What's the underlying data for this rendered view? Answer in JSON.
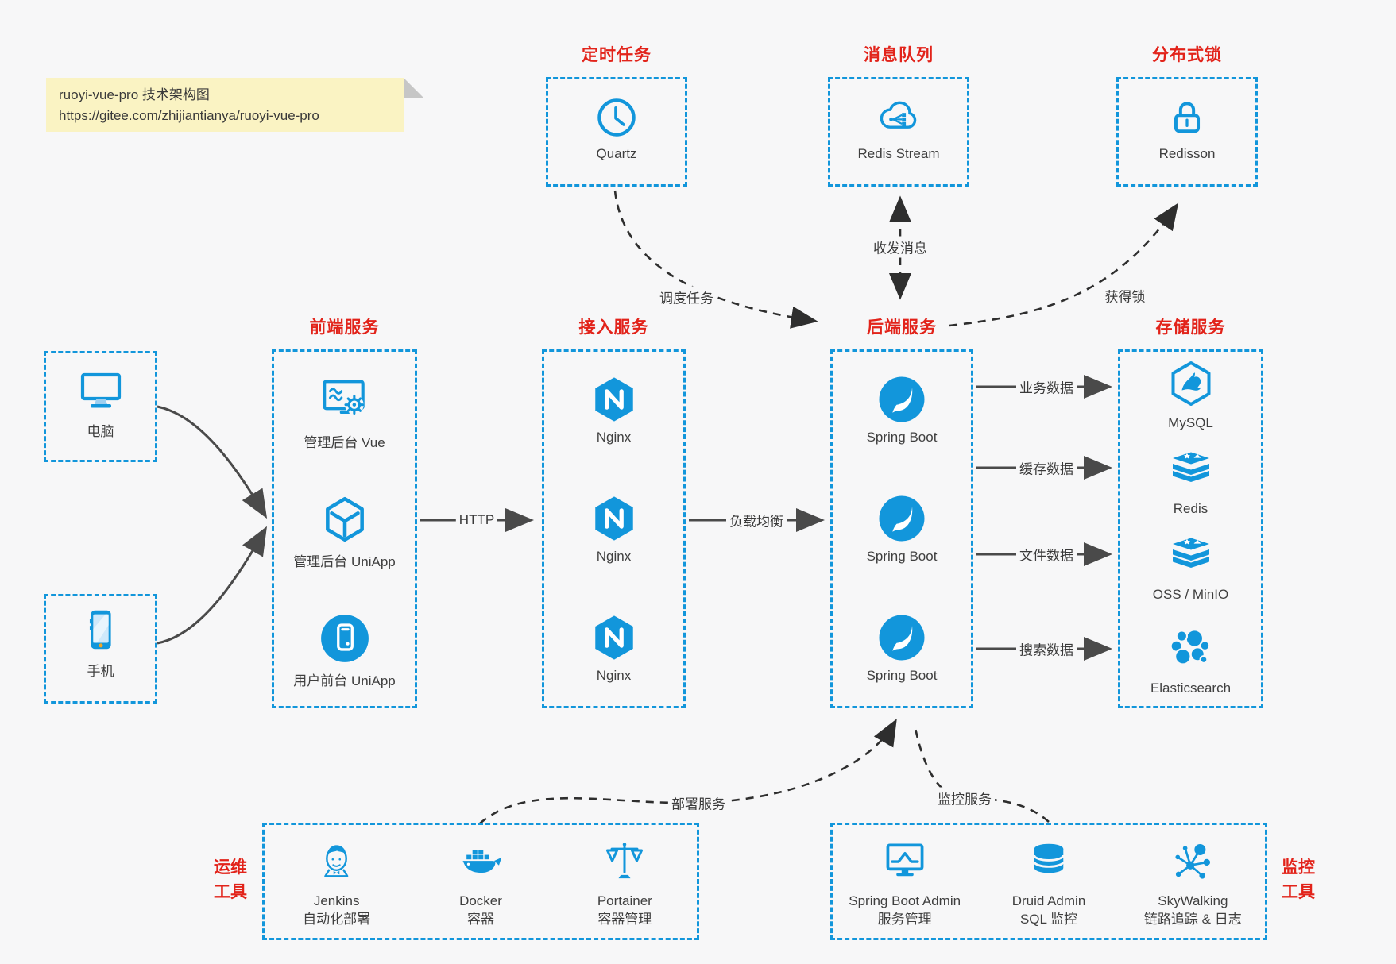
{
  "colors": {
    "blue": "#1296db",
    "red": "#e2231a",
    "note_bg": "#faf3c3",
    "solid_arrow": "#4a4a4a",
    "dashed_arrow": "#2e2e2e",
    "background": "#f7f7f8"
  },
  "note": {
    "line1": "ruoyi-vue-pro 技术架构图",
    "line2": "https://gitee.com/zhijiantianya/ruoyi-vue-pro"
  },
  "top_groups": [
    {
      "title": "定时任务",
      "item": {
        "icon": "clock-icon",
        "label": "Quartz"
      }
    },
    {
      "title": "消息队列",
      "item": {
        "icon": "cloud-stream-icon",
        "label": "Redis Stream"
      }
    },
    {
      "title": "分布式锁",
      "item": {
        "icon": "lock-icon",
        "label": "Redisson"
      }
    }
  ],
  "clients": [
    {
      "icon": "desktop-icon",
      "label": "电脑"
    },
    {
      "icon": "mobile-icon",
      "label": "手机"
    }
  ],
  "columns": [
    {
      "title": "前端服务",
      "items": [
        {
          "icon": "admin-vue-icon",
          "label": "管理后台 Vue"
        },
        {
          "icon": "cube-icon",
          "label": "管理后台 UniApp"
        },
        {
          "icon": "phone-circle-icon",
          "label": "用户前台 UniApp"
        }
      ]
    },
    {
      "title": "接入服务",
      "items": [
        {
          "icon": "nginx-icon",
          "label": "Nginx"
        },
        {
          "icon": "nginx-icon",
          "label": "Nginx"
        },
        {
          "icon": "nginx-icon",
          "label": "Nginx"
        }
      ]
    },
    {
      "title": "后端服务",
      "items": [
        {
          "icon": "spring-icon",
          "label": "Spring Boot"
        },
        {
          "icon": "spring-icon",
          "label": "Spring Boot"
        },
        {
          "icon": "spring-icon",
          "label": "Spring Boot"
        }
      ]
    },
    {
      "title": "存储服务",
      "items": [
        {
          "icon": "mysql-icon",
          "label": "MySQL"
        },
        {
          "icon": "redis-icon",
          "label": "Redis"
        },
        {
          "icon": "redis-icon",
          "label": "OSS / MinIO"
        },
        {
          "icon": "elasticsearch-icon",
          "label": "Elasticsearch"
        }
      ]
    }
  ],
  "bottom_groups": [
    {
      "title_line1": "运维",
      "title_line2": "工具",
      "items": [
        {
          "icon": "jenkins-icon",
          "label": "Jenkins",
          "sublabel": "自动化部署"
        },
        {
          "icon": "docker-icon",
          "label": "Docker",
          "sublabel": "容器"
        },
        {
          "icon": "portainer-icon",
          "label": "Portainer",
          "sublabel": "容器管理"
        }
      ]
    },
    {
      "title_line1": "监控",
      "title_line2": "工具",
      "items": [
        {
          "icon": "spring-boot-admin-icon",
          "label": "Spring Boot Admin",
          "sublabel": "服务管理"
        },
        {
          "icon": "druid-icon",
          "label": "Druid Admin",
          "sublabel": "SQL 监控"
        },
        {
          "icon": "skywalking-icon",
          "label": "SkyWalking",
          "sublabel": "链路追踪 & 日志"
        }
      ]
    }
  ],
  "edge_labels": {
    "schedule": "调度任务",
    "message": "收发消息",
    "acquire_lock": "获得锁",
    "http": "HTTP",
    "load_balance": "负载均衡",
    "business_data": "业务数据",
    "cache_data": "缓存数据",
    "file_data": "文件数据",
    "search_data": "搜索数据",
    "deploy": "部署服务",
    "monitor": "监控服务"
  }
}
